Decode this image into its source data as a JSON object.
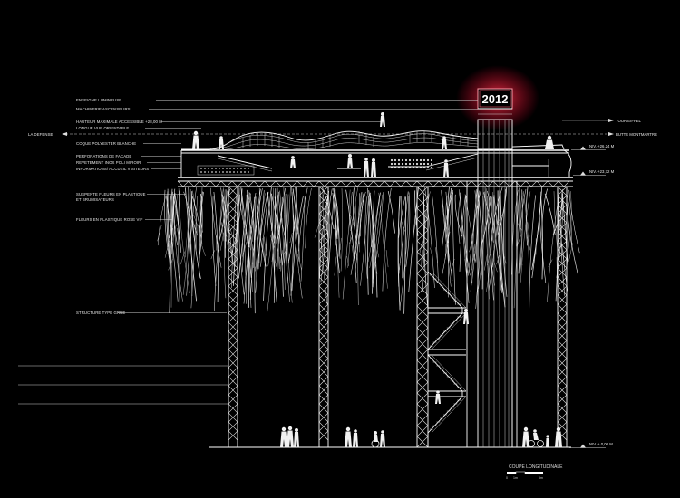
{
  "annotations": {
    "left": [
      {
        "text": "ENSEIGNE LUMINEUSE"
      },
      {
        "text": "MACHINERIE ASCENSEURS"
      },
      {
        "text": "HAUTEUR MAXIMALE ACCESSIBLE +28,00 M"
      },
      {
        "text": "LONGUE VUE ORIENTABLE"
      },
      {
        "text": "COQUE POLYESTER BLANCHE"
      },
      {
        "text": "PERFORATIONS DE FACADE"
      },
      {
        "text": "REVETEMENT INOX POLI MIROIR"
      },
      {
        "text": "INFORMATIONS/ ACCUEIL VISITEURS"
      },
      {
        "text": "SUSPENTE FLEURS EN PLASTIQUE"
      },
      {
        "text": "ET BRUMISATEURS"
      },
      {
        "text": "FLEURS EN PLASTIQUE ROSE VIF"
      },
      {
        "text": "STRUCTURE TYPE GRUE"
      }
    ],
    "la_defense": "LA DEFENSE",
    "tour_eiffel": "TOUR EIFFEL",
    "butte_montmartre": "BUTTE MONTMARTRE",
    "levels": [
      {
        "text": "NIV. +26,24 M"
      },
      {
        "text": "NIV. +23,72 M"
      },
      {
        "text": "NIV. ± 0,00 M"
      }
    ]
  },
  "sign": {
    "text": "2012",
    "glow_color": "#ff2a4a"
  },
  "scale": {
    "title": "COUPE LONGITUDINALE",
    "ticks": [
      "0",
      "1m",
      "5m"
    ]
  }
}
